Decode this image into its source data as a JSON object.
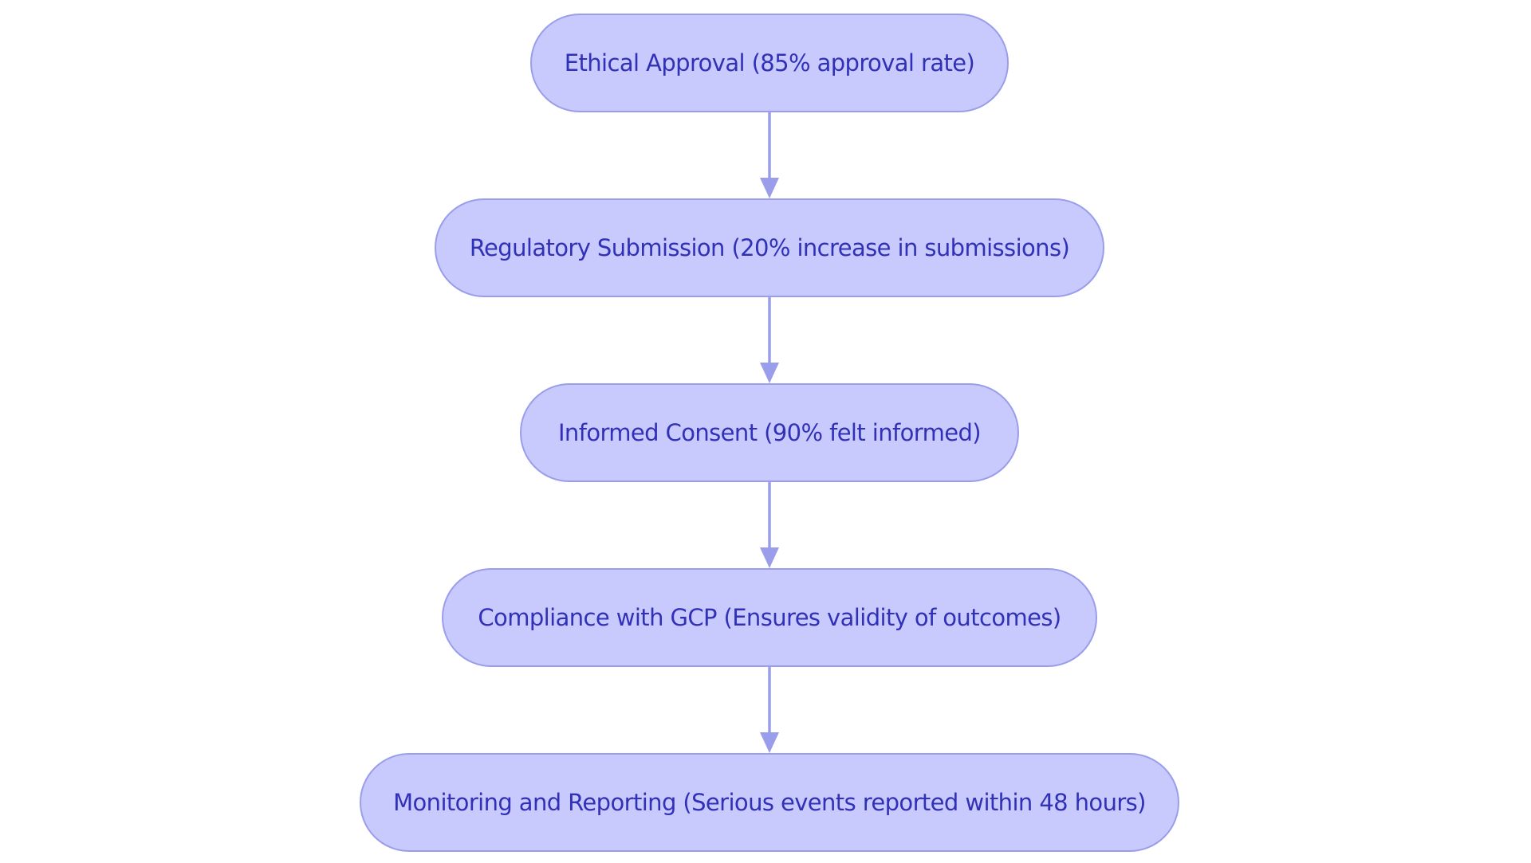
{
  "flowchart": {
    "steps": [
      {
        "label": "Ethical Approval (85% approval rate)"
      },
      {
        "label": "Regulatory Submission (20% increase in submissions)"
      },
      {
        "label": "Informed Consent (90% felt informed)"
      },
      {
        "label": "Compliance with GCP (Ensures validity of outcomes)"
      },
      {
        "label": "Monitoring and Reporting (Serious events reported within 48 hours)"
      }
    ],
    "colors": {
      "node_fill": "#c8cafd",
      "node_border": "#9a9eea",
      "text": "#3131b8",
      "connector": "#9a9eea"
    }
  }
}
